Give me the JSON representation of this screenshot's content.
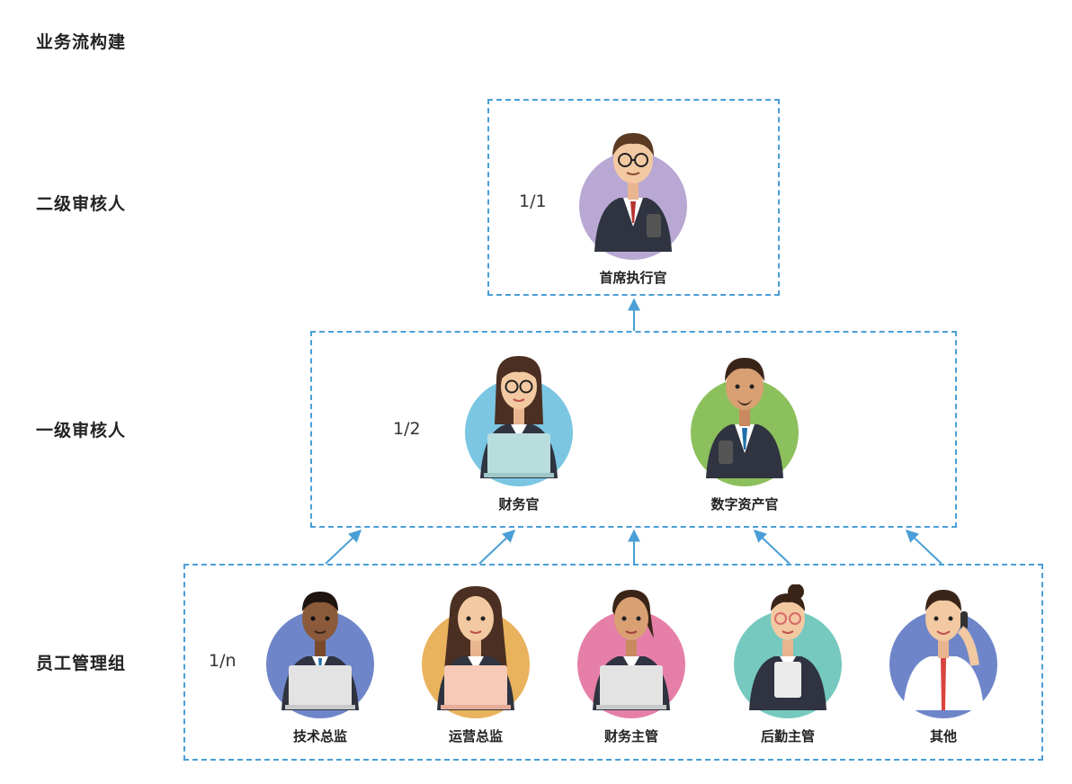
{
  "title": "业务流构建",
  "levels": [
    {
      "label": "二级审核人",
      "ratio": "1/1"
    },
    {
      "label": "一级审核人",
      "ratio": "1/2"
    },
    {
      "label": "员工管理组",
      "ratio": "1/n"
    }
  ],
  "roles": {
    "ceo": {
      "label": "首席执行官",
      "bg": "#b9a8d3"
    },
    "cfo": {
      "label": "财务官",
      "bg": "#7bc6e3"
    },
    "cdo": {
      "label": "数字资产官",
      "bg": "#8cc05c"
    },
    "tech": {
      "label": "技术总监",
      "bg": "#6e86c9"
    },
    "ops": {
      "label": "运营总监",
      "bg": "#e9b25c"
    },
    "fin_mgr": {
      "label": "财务主管",
      "bg": "#e57fa8"
    },
    "logistics": {
      "label": "后勤主管",
      "bg": "#76c9bf"
    },
    "other": {
      "label": "其他",
      "bg": "#6e86c9"
    }
  },
  "colors": {
    "accent": "#4a9fd6"
  }
}
